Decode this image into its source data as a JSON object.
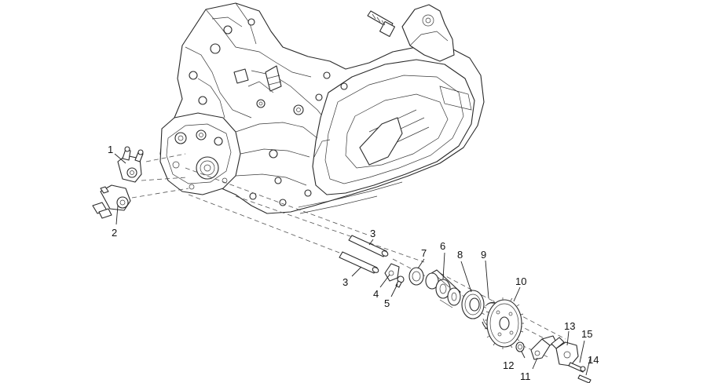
{
  "callouts": [
    {
      "id": "c1",
      "label": "1"
    },
    {
      "id": "c2",
      "label": "2"
    },
    {
      "id": "c3a",
      "label": "3"
    },
    {
      "id": "c3b",
      "label": "3"
    },
    {
      "id": "c4",
      "label": "4"
    },
    {
      "id": "c5",
      "label": "5"
    },
    {
      "id": "c6",
      "label": "6"
    },
    {
      "id": "c7",
      "label": "7"
    },
    {
      "id": "c8",
      "label": "8"
    },
    {
      "id": "c9",
      "label": "9"
    },
    {
      "id": "c10",
      "label": "10"
    },
    {
      "id": "c11",
      "label": "11"
    },
    {
      "id": "c12",
      "label": "12"
    },
    {
      "id": "c13",
      "label": "13"
    },
    {
      "id": "c14",
      "label": "14"
    },
    {
      "id": "c15",
      "label": "15"
    }
  ]
}
